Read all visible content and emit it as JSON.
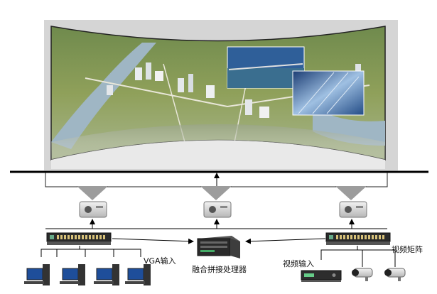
{
  "labels": {
    "vga_input": "VGA输入",
    "processor": "融合拼接处理器",
    "video_input": "视频输入",
    "video_matrix": "视频矩阵"
  },
  "icons": {
    "screen": "curved-projection-screen-icon",
    "projector": "projector-icon",
    "matrix": "rack-matrix-switcher-icon",
    "processor": "processor-server-icon",
    "computer": "desktop-computer-icon",
    "dvr": "dvr-recorder-icon",
    "camera": "cctv-camera-icon"
  },
  "colors": {
    "ground": "#8fa05a",
    "river": "#9fb6c4",
    "sky": "#2f5f99",
    "line": "#000000",
    "frame": "#c8c8c8"
  }
}
